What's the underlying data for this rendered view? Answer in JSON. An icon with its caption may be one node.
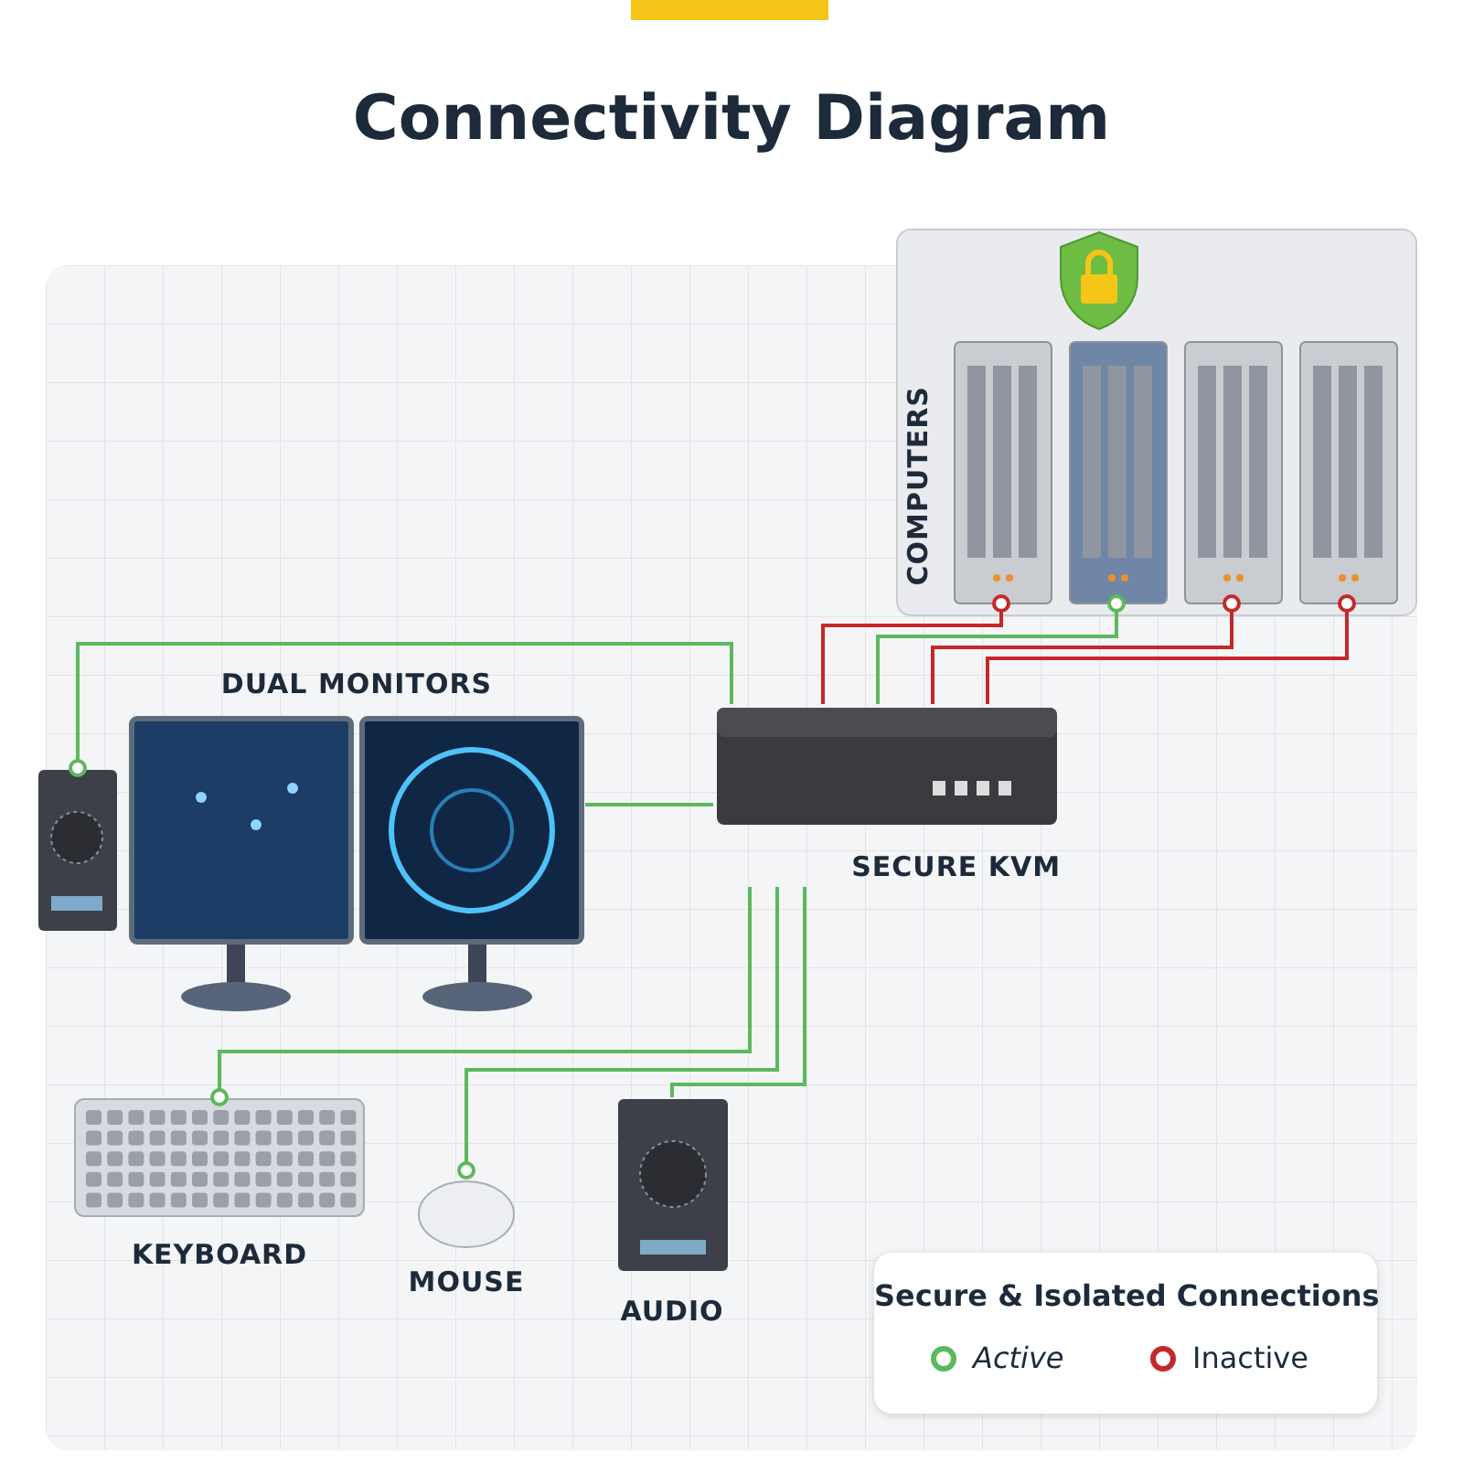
{
  "diagram": {
    "title": "Connectivity Diagram",
    "nodes": [
      {
        "text": [
          "COMPUTERS"
        ]
      },
      {
        "text": [],
        "shape": "picture",
        "in": 0
      },
      {
        "text": [],
        "shape": "picture",
        "in": 0
      },
      {
        "text": [],
        "shape": "picture",
        "in": 0
      },
      {
        "text": [],
        "shape": "picture",
        "in": 0
      },
      {
        "text": [
          "SECURE KVM"
        ]
      },
      {
        "text": [
          "DUAL MONITORS"
        ]
      },
      {
        "text": [],
        "shape": "picture"
      },
      {
        "text": [
          "KEYBOARD"
        ]
      },
      {
        "text": [
          "MOUSE"
        ]
      },
      {
        "text": [
          "AUDIO"
        ]
      }
    ],
    "edges": [
      {
        "from": 5,
        "to": 1,
        "arrow": "other",
        "color": "#c62828"
      },
      {
        "from": 5,
        "to": 2,
        "arrow": "other"
      },
      {
        "from": 5,
        "to": 3,
        "arrow": "other",
        "color": "#c62828"
      },
      {
        "from": 5,
        "to": 4,
        "arrow": "other",
        "color": "#c62828"
      },
      {
        "from": 5,
        "to": 6,
        "arrow": "none"
      },
      {
        "from": 5,
        "to": 7,
        "arrow": "other"
      },
      {
        "from": 5,
        "to": 8,
        "arrow": "other"
      },
      {
        "from": 5,
        "to": 9,
        "arrow": "other"
      },
      {
        "from": 5,
        "to": 10,
        "arrow": "none"
      }
    ],
    "labels": [
      "Secure & Isolated Connections"
    ],
    "legend": [
      {
        "text": "Active",
        "color": "#5cb85c"
      },
      {
        "text": "Inactive",
        "color": "#c62828"
      }
    ]
  }
}
